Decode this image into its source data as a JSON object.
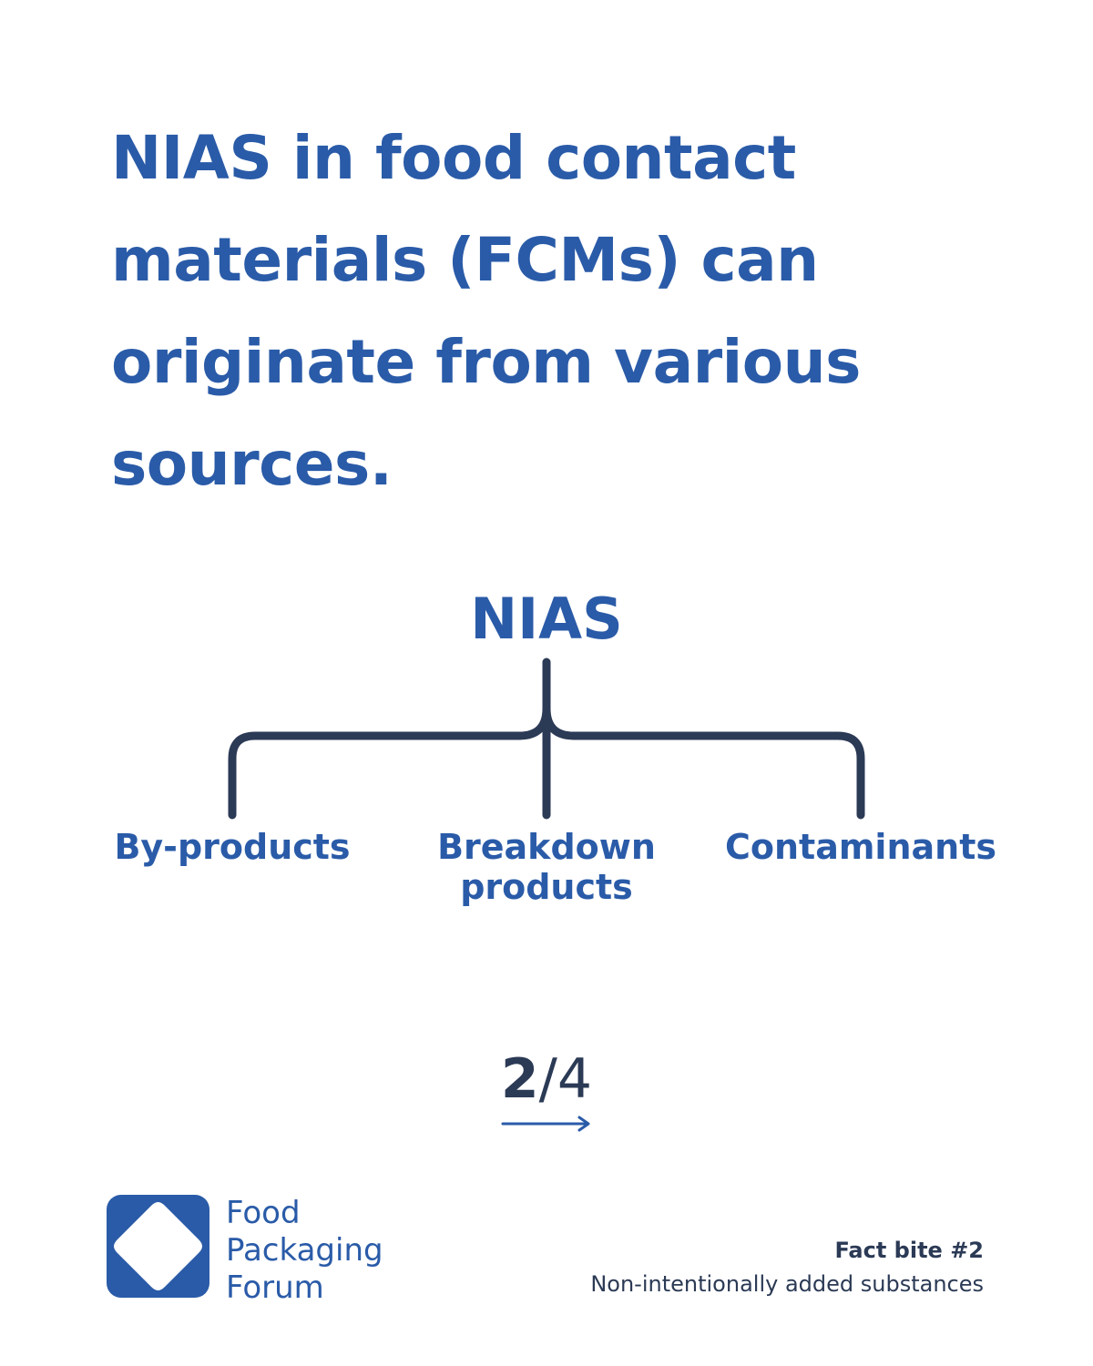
{
  "headline": "NIAS in food contact materials (FCMs) can originate from various sources.",
  "diagram": {
    "root": "NIAS",
    "branches": [
      {
        "label": "By-products"
      },
      {
        "label": "Breakdown products"
      },
      {
        "label": "Contaminants"
      }
    ],
    "line_color": "#2b3a55"
  },
  "pager": {
    "current": "2",
    "total_text": "/4"
  },
  "logo": {
    "icon": "diamond-logo-icon",
    "line1": "Food",
    "line2": "Packaging",
    "line3": "Forum"
  },
  "footer": {
    "fact_label": "Fact bite #2",
    "fact_subtitle": "Non-intentionally added substances"
  },
  "colors": {
    "brand_blue": "#2a5ba8",
    "navy": "#2b3a55",
    "background": "#ffffff"
  }
}
